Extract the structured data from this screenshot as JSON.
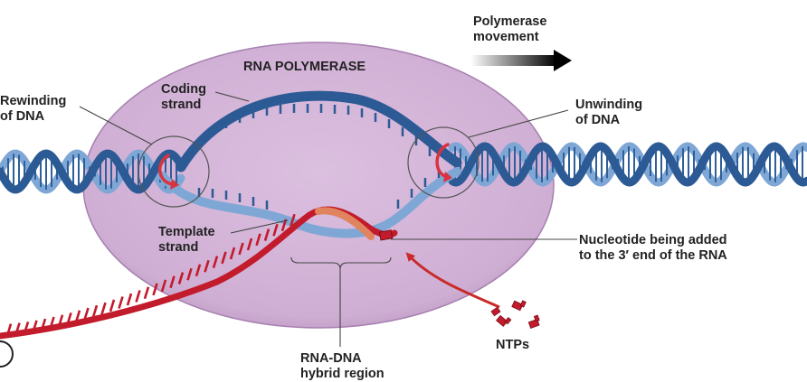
{
  "labels": {
    "polymerase_movement": [
      "Polymerase",
      "movement"
    ],
    "rna_polymerase": "RNA POLYMERASE",
    "rewinding": [
      "Rewinding",
      "of DNA"
    ],
    "coding_strand": [
      "Coding",
      "strand"
    ],
    "unwinding": [
      "Unwinding",
      "of DNA"
    ],
    "template_strand": [
      "Template",
      "strand"
    ],
    "nucleotide_added": [
      "Nucleotide being added",
      "to the 3′ end of the RNA"
    ],
    "ntps": "NTPs",
    "hybrid_region": [
      "RNA-DNA",
      "hybrid region"
    ]
  },
  "colors": {
    "polymerase_fill": "#d3b2d6",
    "polymerase_edge": "#a77fb0",
    "dna_dark": "#2c5a95",
    "dna_light": "#7fa7d6",
    "rna": "#c21b2b",
    "hybrid_dna": "#e0845f",
    "arrow_black": "#111111",
    "arrow_red": "#c92a2a"
  },
  "icons": [
    "polymerase-movement-arrow-icon",
    "rewinding-rotation-icon",
    "unwinding-rotation-icon",
    "ntp-icon"
  ]
}
